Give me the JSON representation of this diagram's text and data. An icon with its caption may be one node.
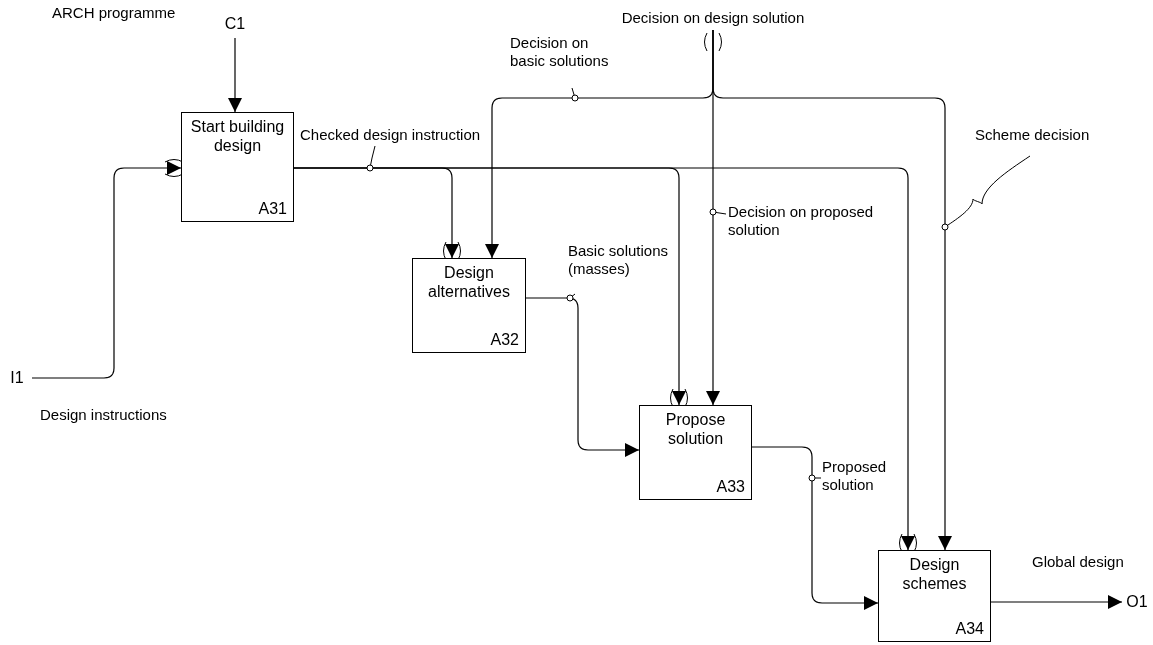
{
  "diagram": {
    "nodes": [
      {
        "text": [
          "Start building design",
          "A31"
        ]
      },
      {
        "text": [
          "Design alternatives",
          "A32"
        ]
      },
      {
        "text": [
          "Propose solution",
          "A33"
        ]
      },
      {
        "text": [
          "Design schemes",
          "A34"
        ]
      },
      {
        "text": [
          "C1"
        ]
      },
      {
        "text": [
          "I1"
        ]
      },
      {
        "text": [
          "O1"
        ]
      },
      {
        "text": [
          "Decision on design solution"
        ]
      }
    ],
    "edges": [
      {
        "from": 4,
        "to": 0,
        "arrow": "to",
        "label": "ARCH programme"
      },
      {
        "from": 5,
        "to": 0,
        "arrow": "to",
        "label": "Design instructions"
      },
      {
        "from": 0,
        "to": 1,
        "arrow": "to",
        "label": "Checked design instruction"
      },
      {
        "from": 0,
        "to": 2,
        "arrow": "to"
      },
      {
        "from": 0,
        "to": 3,
        "arrow": "to"
      },
      {
        "from": 7,
        "to": 1,
        "arrow": "to",
        "label": "Decision on basic solutions"
      },
      {
        "from": 7,
        "to": 2,
        "arrow": "to",
        "label": "Decision on proposed solution"
      },
      {
        "from": 7,
        "to": 3,
        "arrow": "to",
        "label": "Scheme decision"
      },
      {
        "from": 1,
        "to": 2,
        "arrow": "to",
        "label": "Basic solutions (masses)"
      },
      {
        "from": 2,
        "to": 3,
        "arrow": "to",
        "label": "Proposed solution"
      },
      {
        "from": 3,
        "to": 6,
        "arrow": "to",
        "label": "Global design"
      }
    ]
  }
}
